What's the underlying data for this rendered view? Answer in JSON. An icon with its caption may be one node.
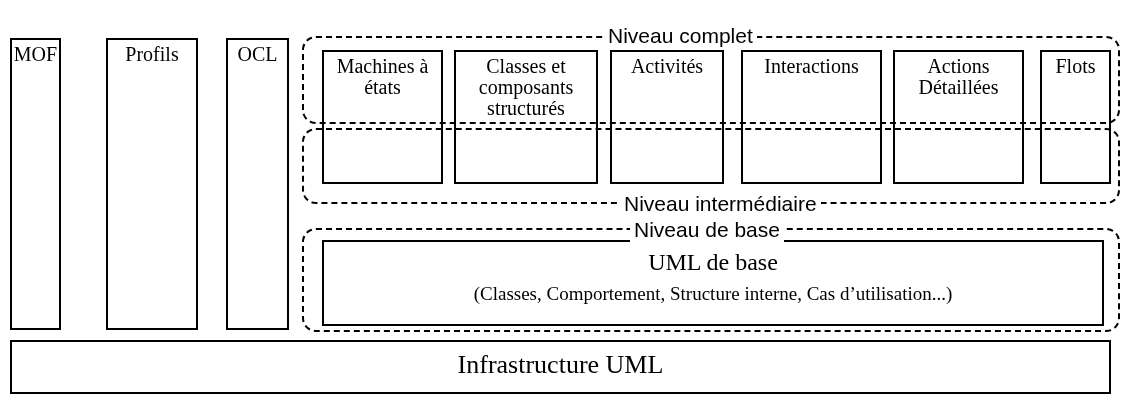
{
  "diagram": {
    "nodes": [
      {
        "text": [
          "MOF"
        ]
      },
      {
        "text": [
          "Profils"
        ]
      },
      {
        "text": [
          "OCL"
        ]
      },
      {
        "text": [
          "Niveau complet"
        ]
      },
      {
        "text": [
          "Machines à états"
        ]
      },
      {
        "text": [
          "Classes et composants structurés"
        ]
      },
      {
        "text": [
          "Activités"
        ]
      },
      {
        "text": [
          "Interactions"
        ]
      },
      {
        "text": [
          "Actions Détaillées"
        ]
      },
      {
        "text": [
          "Flots"
        ]
      },
      {
        "text": [
          "Niveau intermédiaire"
        ]
      },
      {
        "text": [
          "Niveau de base"
        ]
      },
      {
        "text": [
          "UML de base",
          "(Classes, Comportement, Structure interne, Cas d’utilisation...)"
        ],
        "in": 11
      },
      {
        "text": [
          "Infrastructure UML"
        ]
      }
    ],
    "edges": []
  }
}
